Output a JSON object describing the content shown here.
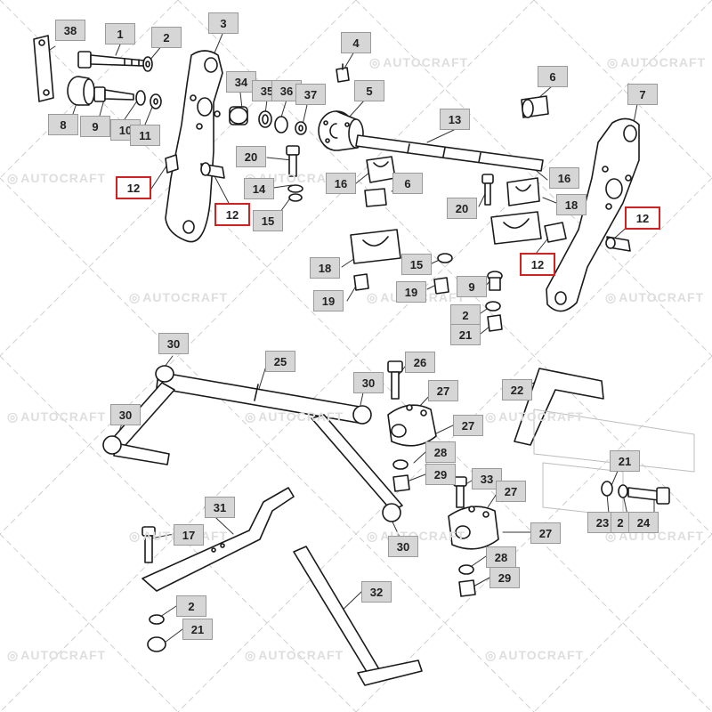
{
  "watermark": "AUTOCRAFT",
  "highlight_color": "#d62020",
  "callouts": [
    {
      "id": "38",
      "text": "38"
    },
    {
      "id": "1",
      "text": "1"
    },
    {
      "id": "2a",
      "text": "2"
    },
    {
      "id": "3",
      "text": "3"
    },
    {
      "id": "4",
      "text": "4"
    },
    {
      "id": "8",
      "text": "8"
    },
    {
      "id": "9a",
      "text": "9"
    },
    {
      "id": "10",
      "text": "10"
    },
    {
      "id": "11",
      "text": "11"
    },
    {
      "id": "34",
      "text": "34"
    },
    {
      "id": "35",
      "text": "35"
    },
    {
      "id": "36",
      "text": "36"
    },
    {
      "id": "37",
      "text": "37"
    },
    {
      "id": "5",
      "text": "5"
    },
    {
      "id": "6a",
      "text": "6"
    },
    {
      "id": "7",
      "text": "7"
    },
    {
      "id": "13",
      "text": "13"
    },
    {
      "id": "20a",
      "text": "20"
    },
    {
      "id": "12a",
      "text": "12",
      "highlight": true
    },
    {
      "id": "12b",
      "text": "12",
      "highlight": true
    },
    {
      "id": "14",
      "text": "14"
    },
    {
      "id": "15a",
      "text": "15"
    },
    {
      "id": "16a",
      "text": "16"
    },
    {
      "id": "6b",
      "text": "6"
    },
    {
      "id": "16b",
      "text": "16"
    },
    {
      "id": "20b",
      "text": "20"
    },
    {
      "id": "18a",
      "text": "18"
    },
    {
      "id": "12c",
      "text": "12",
      "highlight": true
    },
    {
      "id": "18b",
      "text": "18"
    },
    {
      "id": "12d",
      "text": "12",
      "highlight": true
    },
    {
      "id": "15b",
      "text": "15"
    },
    {
      "id": "19a",
      "text": "19"
    },
    {
      "id": "19b",
      "text": "19"
    },
    {
      "id": "9b",
      "text": "9"
    },
    {
      "id": "2b",
      "text": "2"
    },
    {
      "id": "21a",
      "text": "21"
    },
    {
      "id": "30a",
      "text": "30"
    },
    {
      "id": "25",
      "text": "25"
    },
    {
      "id": "26",
      "text": "26"
    },
    {
      "id": "30b",
      "text": "30"
    },
    {
      "id": "27a",
      "text": "27"
    },
    {
      "id": "22",
      "text": "22"
    },
    {
      "id": "30c",
      "text": "30"
    },
    {
      "id": "27b",
      "text": "27"
    },
    {
      "id": "28a",
      "text": "28"
    },
    {
      "id": "29a",
      "text": "29"
    },
    {
      "id": "33",
      "text": "33"
    },
    {
      "id": "27c",
      "text": "27"
    },
    {
      "id": "21b",
      "text": "21"
    },
    {
      "id": "23",
      "text": "23"
    },
    {
      "id": "2c",
      "text": "2"
    },
    {
      "id": "24",
      "text": "24"
    },
    {
      "id": "31",
      "text": "31"
    },
    {
      "id": "17",
      "text": "17"
    },
    {
      "id": "30d",
      "text": "30"
    },
    {
      "id": "27d",
      "text": "27"
    },
    {
      "id": "28b",
      "text": "28"
    },
    {
      "id": "29b",
      "text": "29"
    },
    {
      "id": "32",
      "text": "32"
    },
    {
      "id": "2d",
      "text": "2"
    },
    {
      "id": "21c",
      "text": "21"
    }
  ]
}
